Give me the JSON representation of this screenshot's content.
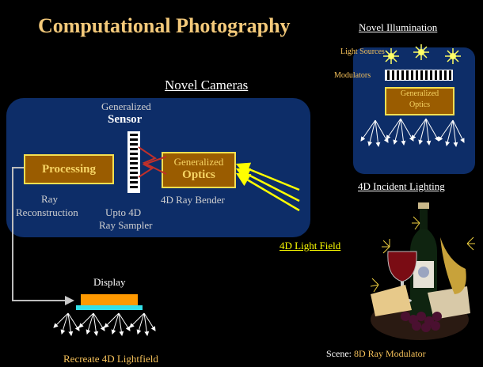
{
  "title": "Computational Photography",
  "novel_illumination": "Novel Illumination",
  "light_sources": "Light Sources",
  "modulators": "Modulators",
  "illum_optics": [
    "Generalized",
    "Optics"
  ],
  "incident_lighting": "4D Incident Lighting",
  "novel_cameras": "Novel Cameras",
  "sensor": [
    "Generalized",
    "Sensor"
  ],
  "processing": "Processing",
  "optics": [
    "Generalized",
    "Optics"
  ],
  "ray_reconstruction": [
    "Ray",
    "Reconstruction"
  ],
  "ray_sampler": [
    "Upto 4D",
    "Ray Sampler"
  ],
  "ray_bender": "4D Ray Bender",
  "light_field": "4D Light Field",
  "display": "Display",
  "recreate": "Recreate 4D Lightfield",
  "scene_prefix": "Scene: ",
  "scene_value": "8D Ray Modulator",
  "colors": {
    "panel": "#0d2d68",
    "box_fill": "#9a5c00",
    "box_border": "#f5df50",
    "accent": "#f5c15a",
    "arrow": "#ffff00"
  }
}
